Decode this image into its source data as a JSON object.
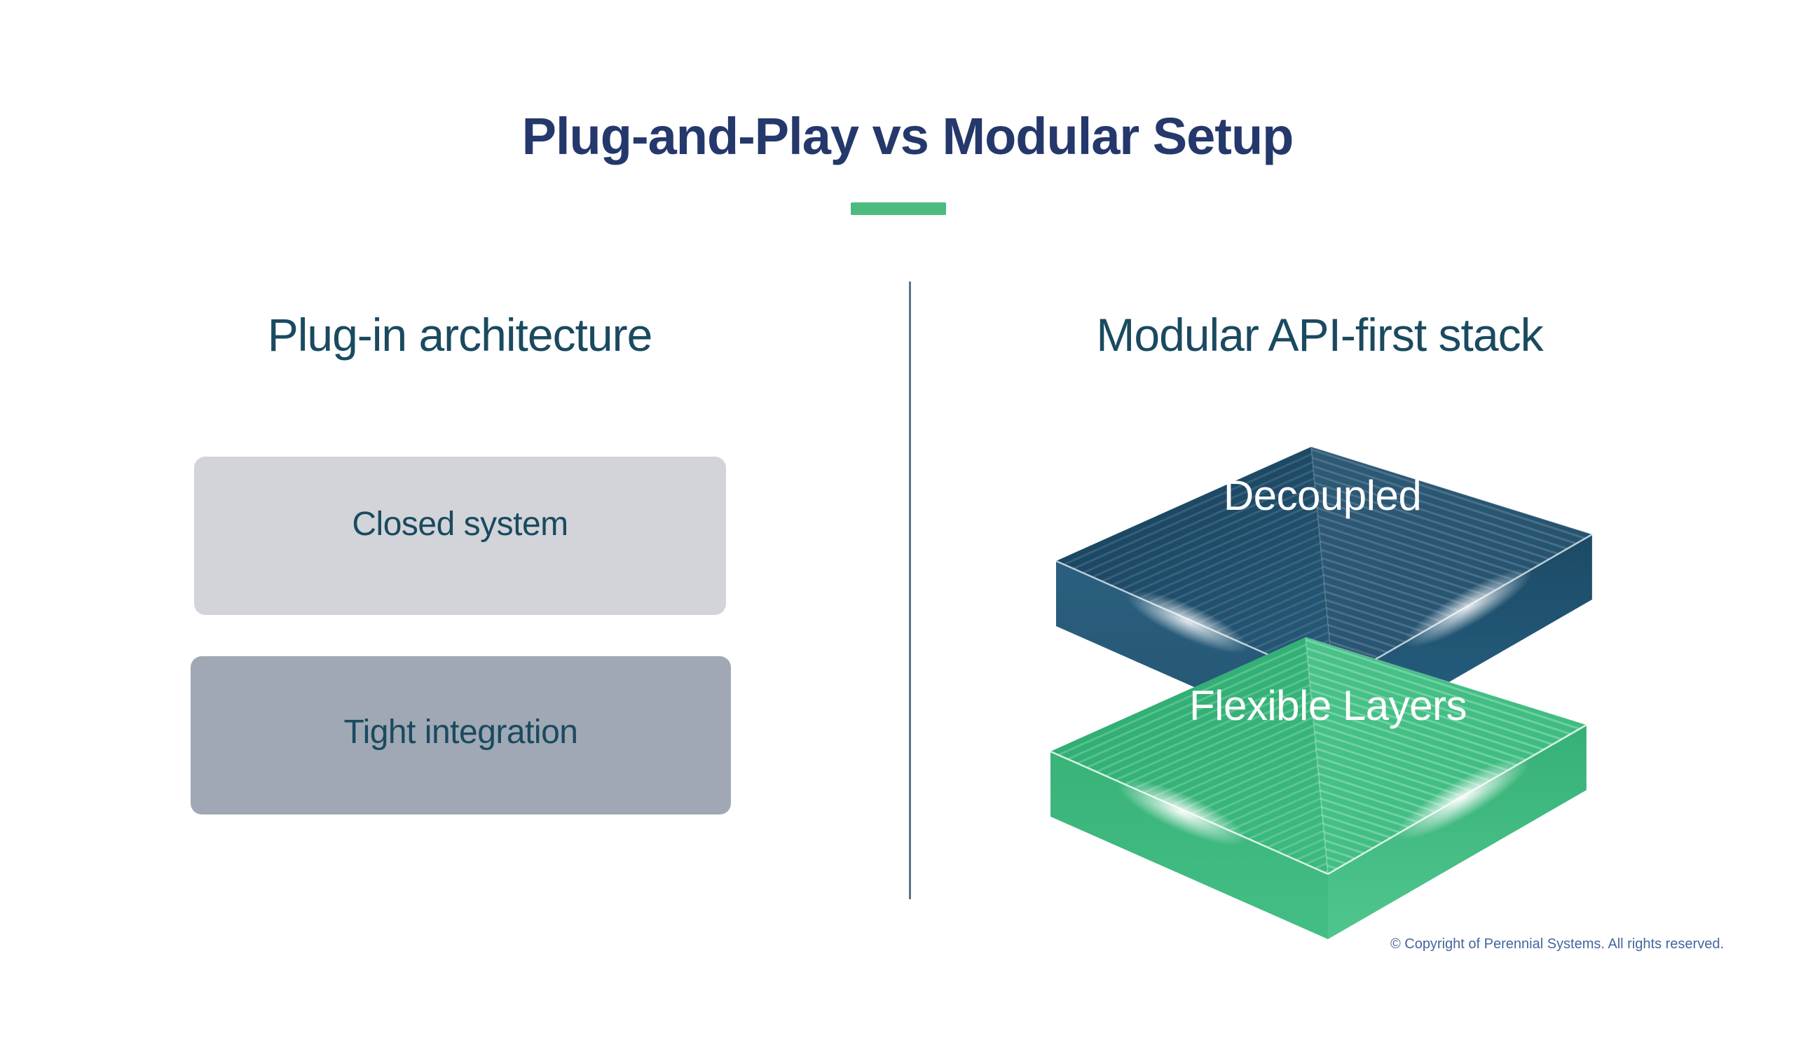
{
  "page": {
    "title": "Plug-and-Play vs Modular Setup"
  },
  "accent": {
    "color": "#4CBB7F"
  },
  "left_panel": {
    "heading": "Plug-in architecture",
    "boxes": [
      {
        "label": "Closed system",
        "bg": "#D2D4D9"
      },
      {
        "label": "Tight integration",
        "bg": "#9FA8B4"
      }
    ]
  },
  "right_panel": {
    "heading": "Modular API-first stack",
    "layers": [
      {
        "label": "Decoupled",
        "top_color": "#235877",
        "side_color": "#2A5E7E",
        "stripe_color": "#7C90A4"
      },
      {
        "label": "Flexible Layers",
        "top_color": "#3FBD83",
        "side_color": "#3CBA7E",
        "stripe_color": "#9FE2BE"
      }
    ]
  },
  "footer": {
    "copyright": "© Copyright of Perennial Systems. All rights reserved."
  },
  "colors": {
    "title": "#24386B",
    "heading": "#1A4A60",
    "box_label": "#1A4A5F",
    "divider": "#5E7286",
    "copyright": "#4565A0",
    "background": "#FFFFFF"
  }
}
